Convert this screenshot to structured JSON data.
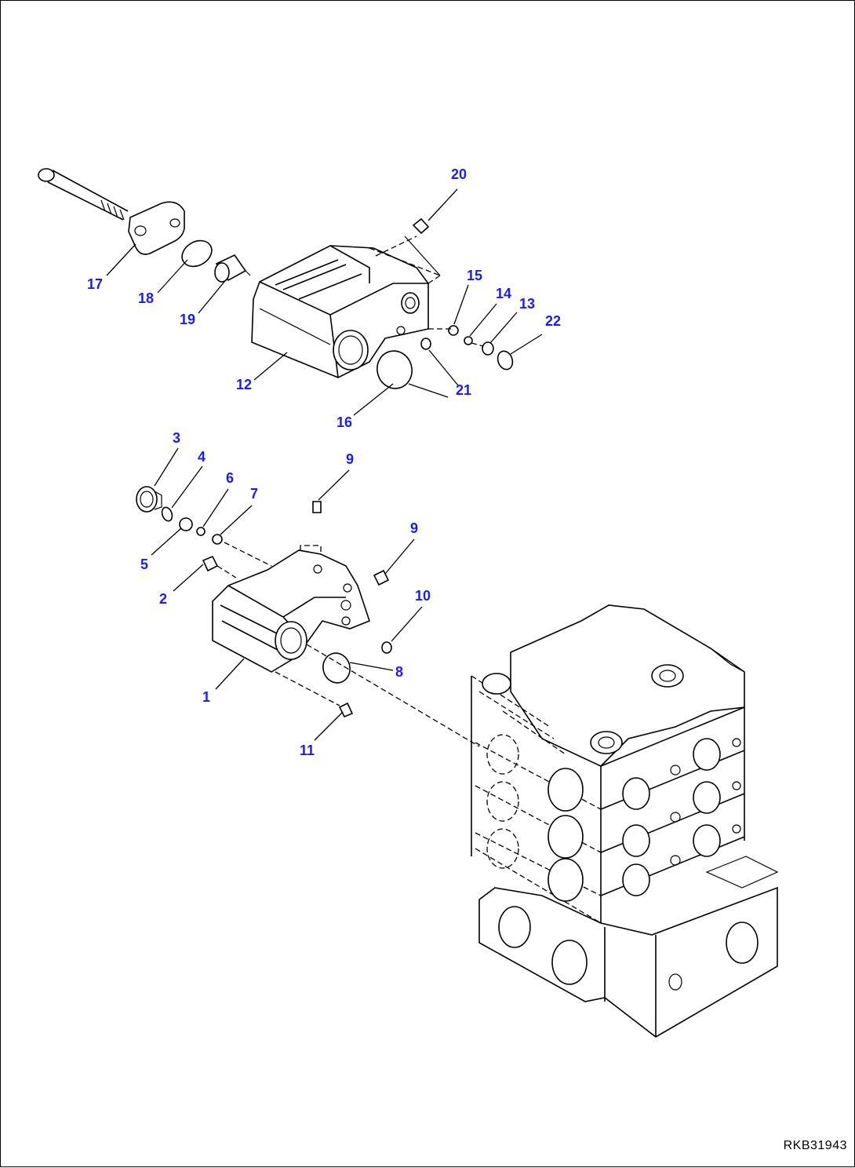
{
  "drawing_code": "RKB31943",
  "callouts": [
    {
      "label": "1"
    },
    {
      "label": "2"
    },
    {
      "label": "3"
    },
    {
      "label": "4"
    },
    {
      "label": "5"
    },
    {
      "label": "6"
    },
    {
      "label": "7"
    },
    {
      "label": "8"
    },
    {
      "label": "9"
    },
    {
      "label": "9"
    },
    {
      "label": "10"
    },
    {
      "label": "11"
    },
    {
      "label": "12"
    },
    {
      "label": "13"
    },
    {
      "label": "14"
    },
    {
      "label": "15"
    },
    {
      "label": "16"
    },
    {
      "label": "17"
    },
    {
      "label": "18"
    },
    {
      "label": "19"
    },
    {
      "label": "20"
    },
    {
      "label": "21"
    },
    {
      "label": "22"
    }
  ],
  "colors": {
    "callout": "#1a1aff",
    "line": "#000000",
    "background": "#ffffff"
  }
}
